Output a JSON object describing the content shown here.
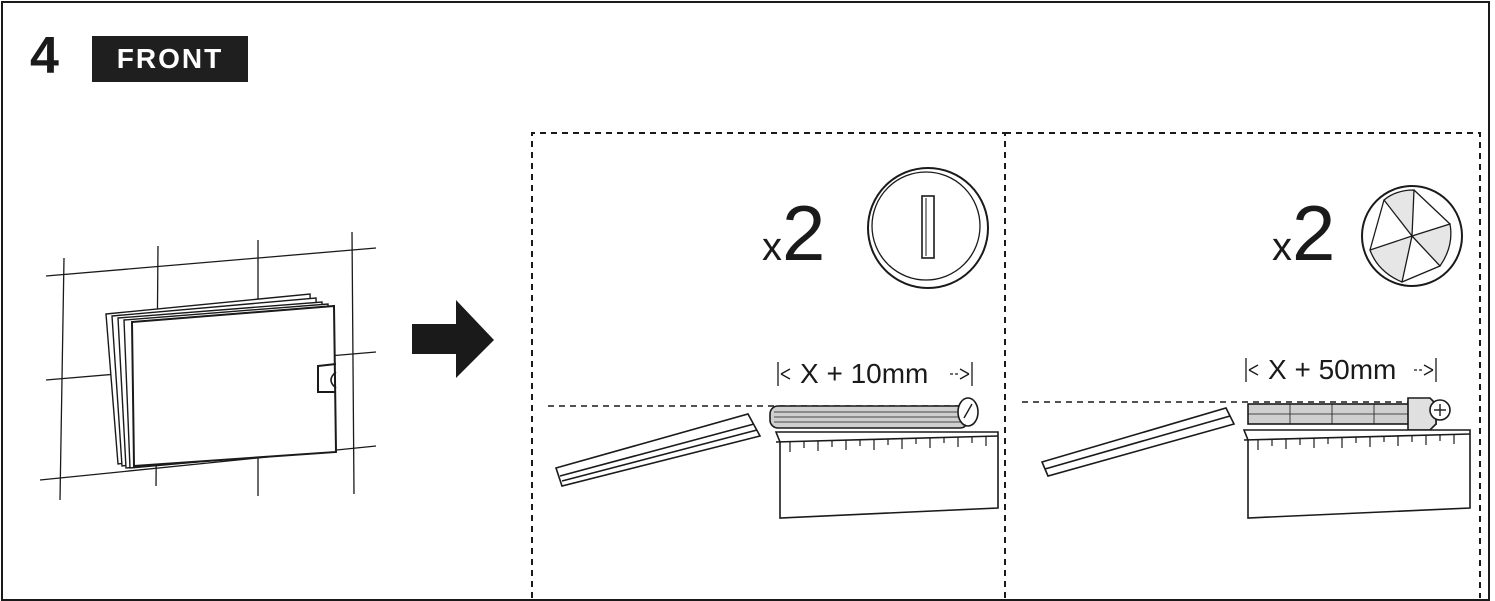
{
  "step": {
    "number": "4",
    "label": "FRONT"
  },
  "panels": [
    {
      "quantity_prefix": "x",
      "quantity": "2",
      "dimension": "X + 10mm",
      "screw_head": "slotted-screw-head-icon"
    },
    {
      "quantity_prefix": "x",
      "quantity": "2",
      "dimension": "X + 50mm",
      "screw_head": "tri-wing-screw-head-icon"
    }
  ],
  "colors": {
    "ink": "#1a1a1a",
    "fill": "#c9c9c9",
    "background": "#ffffff"
  }
}
